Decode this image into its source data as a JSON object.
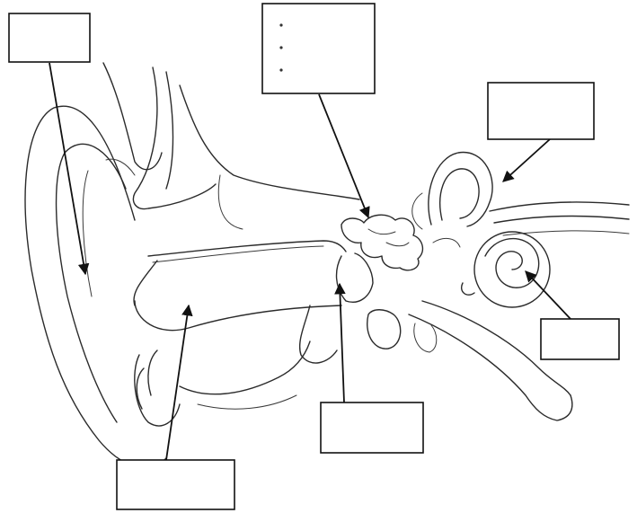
{
  "diagram": {
    "label_boxes": [
      {
        "id": "outer-ear-label",
        "text": ""
      },
      {
        "id": "middle-ear-bones-label",
        "text": ""
      },
      {
        "id": "semicircular-canals-label",
        "text": ""
      },
      {
        "id": "cochlea-label",
        "text": ""
      },
      {
        "id": "eardrum-label",
        "text": ""
      },
      {
        "id": "ear-canal-label",
        "text": ""
      }
    ],
    "bullet_count": 3
  }
}
